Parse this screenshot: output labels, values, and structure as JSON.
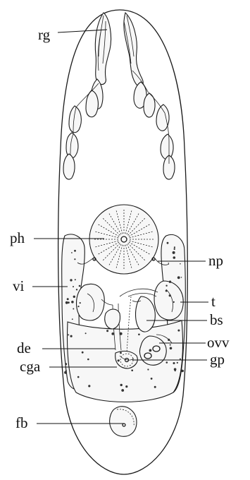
{
  "labels": {
    "rg": "rg",
    "ph": "ph",
    "np": "np",
    "vi": "vi",
    "t": "t",
    "bs": "bs",
    "de": "de",
    "ovv": "ovv",
    "cga": "cga",
    "gp": "gp",
    "fb": "fb"
  }
}
